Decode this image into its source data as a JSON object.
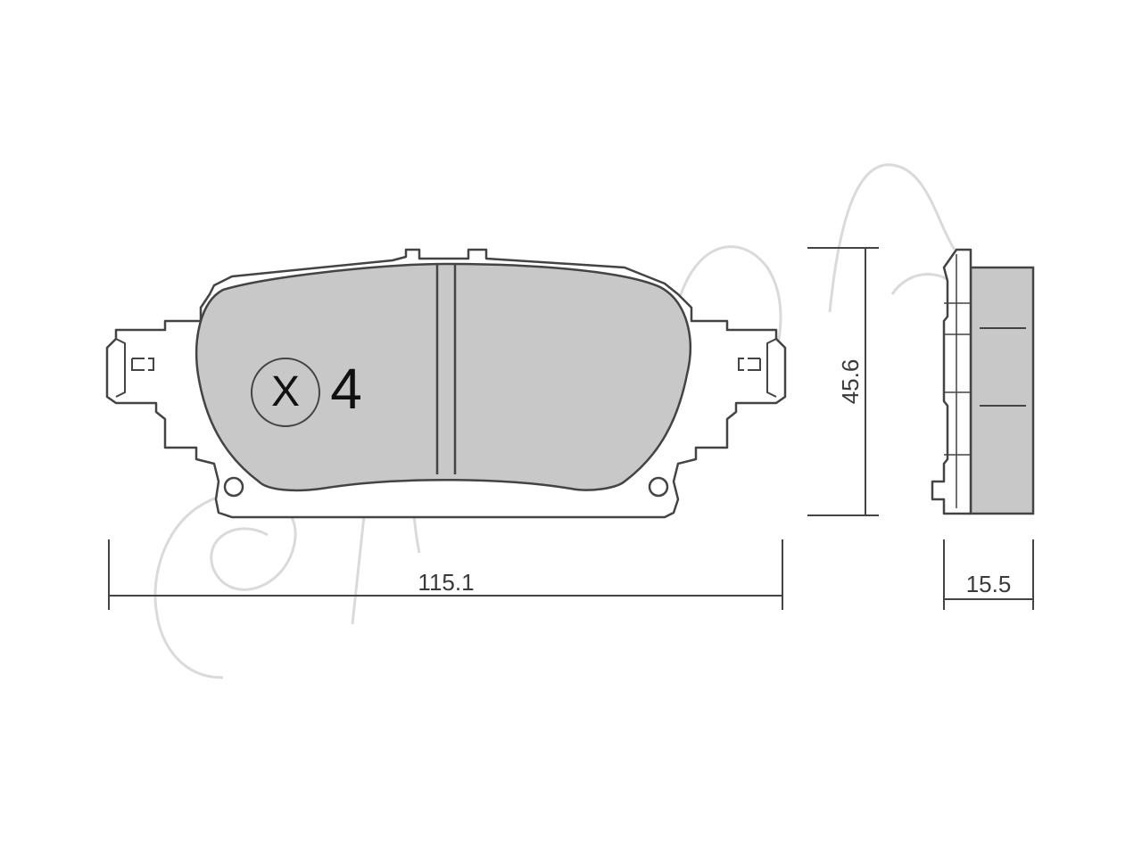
{
  "drawing": {
    "quantity_mark": {
      "symbol": "X",
      "value": "4"
    },
    "dimensions": {
      "length": "115.1",
      "height": "45.6",
      "thickness": "15.5"
    },
    "colors": {
      "line": "#444444",
      "friction_fill": "#c8c8c8",
      "backing_fill": "#ffffff",
      "watermark": "#d9d9d9"
    }
  }
}
